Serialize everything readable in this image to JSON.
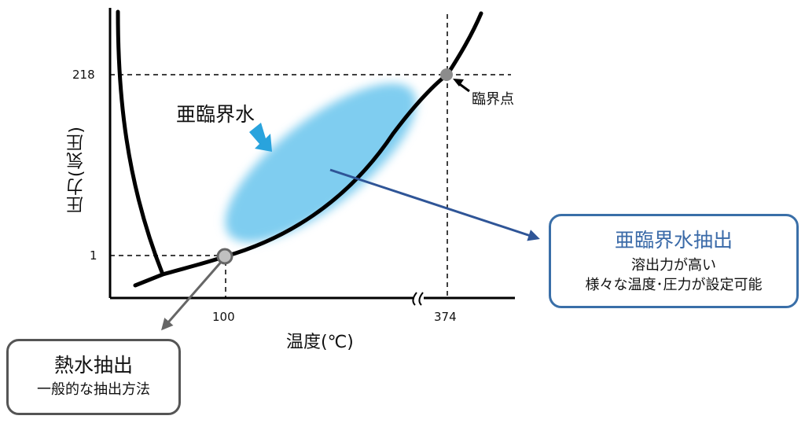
{
  "axes": {
    "y_label": "圧力(気圧)",
    "x_label": "温度(℃)",
    "y_ticks": [
      "218",
      "1"
    ],
    "x_ticks": [
      "100",
      "374"
    ]
  },
  "labels": {
    "subcritical_region": "亜臨界水",
    "critical_point": "臨界点"
  },
  "boxes": {
    "hot_water": {
      "title": "熱水抽出",
      "description": "一般的な抽出方法"
    },
    "subcritical": {
      "title": "亜臨界水抽出",
      "description_lines": [
        "溶出力が高い",
        "様々な温度･圧力が設定可能"
      ]
    }
  },
  "colors": {
    "curve": "#000000",
    "region_fill": "#7fcdf0",
    "region_arrow": "#29a3dd",
    "sub_arrow": "#2f5597",
    "sub_box_border": "#3a6fa8",
    "sub_box_title": "#3a6aa8",
    "hot_arrow": "#666666",
    "hot_box_border": "#555555",
    "point_fill_boiling": "#c0c0c0",
    "point_fill_critical": "#8c8c8c"
  },
  "chart_data": {
    "type": "phase-diagram",
    "title": "",
    "xlabel": "温度(℃)",
    "ylabel": "圧力(気圧)",
    "x_ticks": [
      100,
      374
    ],
    "y_ticks": [
      1,
      218
    ],
    "x_axis_break": true,
    "points": [
      {
        "name": "boiling point",
        "x": 100,
        "y": 1
      },
      {
        "name": "臨界点",
        "x": 374,
        "y": 218
      }
    ],
    "regions": [
      {
        "name": "亜臨界水",
        "between": {
          "x": [
            100,
            374
          ],
          "y": [
            1,
            218
          ]
        }
      }
    ],
    "annotations": [
      {
        "label": "熱水抽出",
        "description": "一般的な抽出方法",
        "from": "boiling point"
      },
      {
        "label": "亜臨界水抽出",
        "description": [
          "溶出力が高い",
          "様々な温度･圧力が設定可能"
        ],
        "from": "亜臨界水"
      }
    ]
  }
}
